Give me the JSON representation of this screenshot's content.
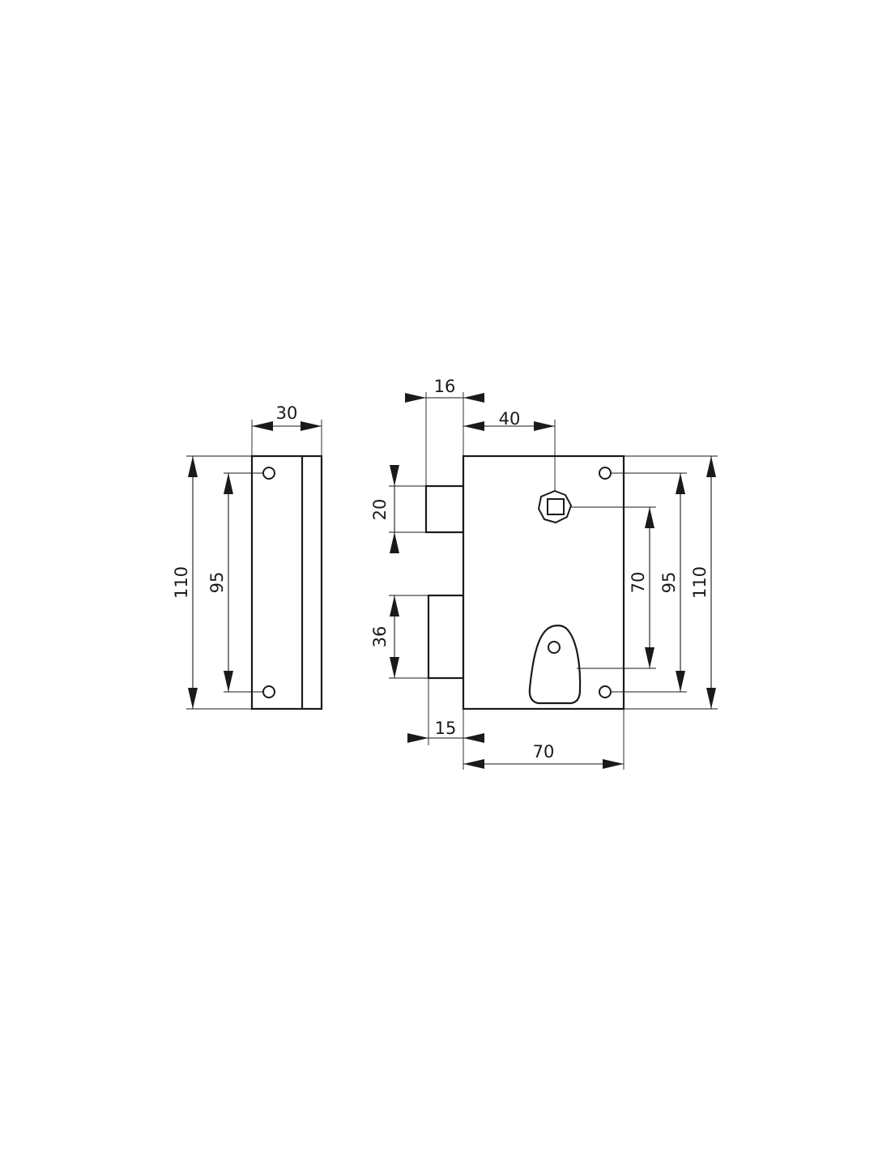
{
  "side_view": {
    "width_label": "30",
    "height_label": "110",
    "hole_spacing_label": "95"
  },
  "front_view": {
    "bolt_top_offset_label": "16",
    "spindle_offset_label": "40",
    "latch_height_label": "20",
    "deadbolt_height_label": "36",
    "deadbolt_offset_label": "15",
    "case_width_label": "70",
    "spindle_to_key_label": "70",
    "hole_spacing_label": "95",
    "case_height_label": "110"
  },
  "colors": {
    "line": "#1a1a1a",
    "background": "#ffffff"
  }
}
